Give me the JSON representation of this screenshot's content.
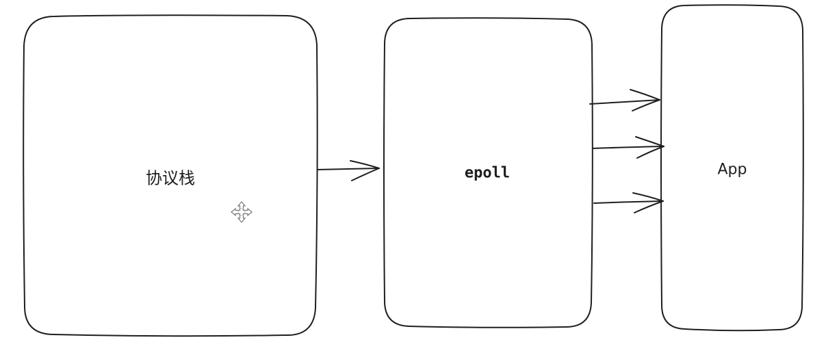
{
  "diagram": {
    "nodes": [
      {
        "id": "protocol-stack",
        "label": "协议栈"
      },
      {
        "id": "epoll",
        "label": "epoll"
      },
      {
        "id": "app",
        "label": "App"
      }
    ],
    "edges": [
      {
        "from": "protocol-stack",
        "to": "epoll",
        "count": 1
      },
      {
        "from": "epoll",
        "to": "app",
        "count": 3
      }
    ],
    "colors": {
      "stroke": "#1e1e1e",
      "background": "#ffffff"
    },
    "cursor_icon": "move-cursor-icon"
  }
}
